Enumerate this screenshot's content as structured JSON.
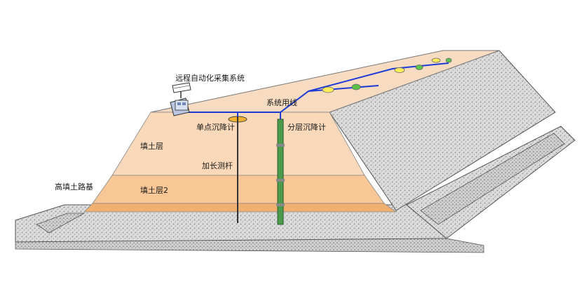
{
  "labels": {
    "remote_system": "远程自动化采集系统",
    "system_cable": "系统用线",
    "single_point_gauge": "单点沉降计",
    "layered_gauge": "分层沉降计",
    "fill_layer_1": "填土层",
    "extension_rod": "加长测杆",
    "high_fill_subgrade": "高填土路基",
    "fill_layer_2": "填土层2"
  },
  "colors": {
    "fill_layer_light": "#f9d9b9",
    "fill_layer_2": "#f8c795",
    "fill_layer_bottom": "#efb071",
    "road_surface": "#f7dcc2",
    "gravel": "#d8d8d8",
    "cable": "#1c3bd6",
    "node_yellow": "#ffec5a",
    "node_green": "#5cc34a",
    "gauge_tube": "#3f8a3f"
  },
  "icons": [
    "data-logger-box-icon",
    "antenna-icon",
    "settlement-plate-icon"
  ]
}
